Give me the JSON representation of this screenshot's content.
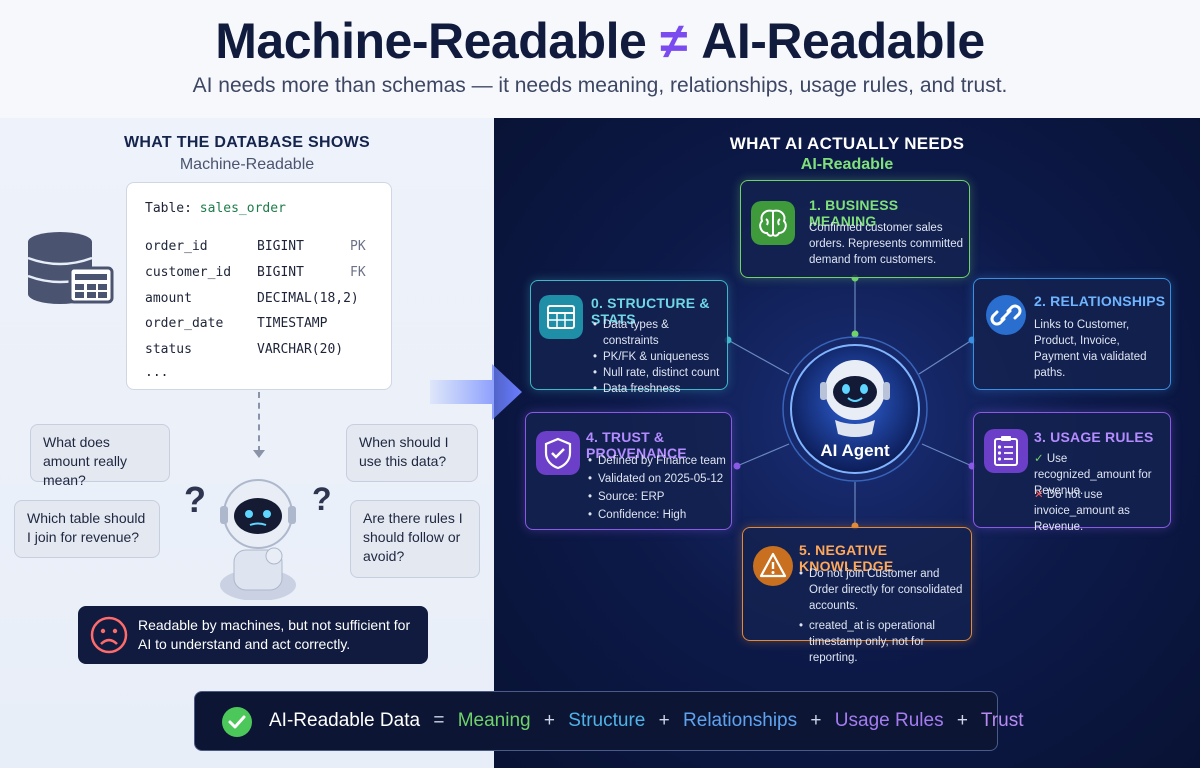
{
  "header": {
    "title_left": "Machine-Readable",
    "title_op": "≠",
    "title_right": "AI-Readable",
    "subtitle": "AI needs more than schemas — it needs meaning, relationships, usage rules, and trust."
  },
  "left": {
    "heading": "WHAT THE DATABASE SHOWS",
    "subheading": "Machine-Readable",
    "table_prefix": "Table: ",
    "table_name": "sales_order",
    "columns": [
      {
        "name": "order_id",
        "type": "BIGINT",
        "key": "PK"
      },
      {
        "name": "customer_id",
        "type": "BIGINT",
        "key": "FK"
      },
      {
        "name": "amount",
        "type": "DECIMAL(18,2)",
        "key": ""
      },
      {
        "name": "order_date",
        "type": "TIMESTAMP",
        "key": ""
      },
      {
        "name": "status",
        "type": "VARCHAR(20)",
        "key": ""
      }
    ],
    "ellipsis": "...",
    "questions": [
      "What does amount really mean?",
      "When should I use this data?",
      "Which table should I join for revenue?",
      "Are there rules I should follow or avoid?"
    ],
    "conclusion": "Readable by machines, but not sufficient for AI to understand and act correctly."
  },
  "right": {
    "heading": "WHAT AI ACTUALLY NEEDS",
    "subheading": "AI-Readable",
    "hub_label": "AI Agent",
    "boxes": {
      "meaning": {
        "title": "1. BUSINESS MEANING",
        "text": "Confirmed customer sales orders. Represents committed demand from customers."
      },
      "structure": {
        "title": "0. STRUCTURE & STATS",
        "items": [
          "Data types & constraints",
          "PK/FK & uniqueness",
          "Null rate, distinct count",
          "Data freshness"
        ]
      },
      "relationships": {
        "title": "2. RELATIONSHIPS",
        "text": "Links to Customer, Product, Invoice, Payment via validated paths."
      },
      "trust": {
        "title": "4. TRUST & PROVENANCE",
        "items": [
          "Defined by Finance team",
          "Validated on 2025-05-12",
          "Source: ERP",
          "Confidence: High"
        ]
      },
      "usage": {
        "title": "3. USAGE RULES",
        "do_mark": "✓",
        "do": "Use recognized_amount for Revenue.",
        "dont_mark": "✕",
        "dont": "Do not use invoice_amount as Revenue."
      },
      "negative": {
        "title": "5. NEGATIVE KNOWLEDGE",
        "items": [
          "Do not join Customer and Order directly for consolidated accounts.",
          "created_at is operational timestamp only, not for reporting."
        ]
      }
    }
  },
  "formula": {
    "lhs": "AI-Readable Data",
    "eq": "=",
    "plus": "+",
    "terms": [
      {
        "label": "Meaning",
        "color": "#6fd26a"
      },
      {
        "label": "Structure",
        "color": "#4fb3e8"
      },
      {
        "label": "Relationships",
        "color": "#5fa3f0"
      },
      {
        "label": "Usage Rules",
        "color": "#a47cf0"
      },
      {
        "label": "Trust",
        "color": "#b98af2"
      }
    ]
  },
  "colors": {
    "meaning": "#6fd26a",
    "structure": "#3fb7c8",
    "relationships": "#3b8fe0",
    "usage": "#8a5ae6",
    "trust": "#8a5ae6",
    "negative": "#e08a3a"
  }
}
